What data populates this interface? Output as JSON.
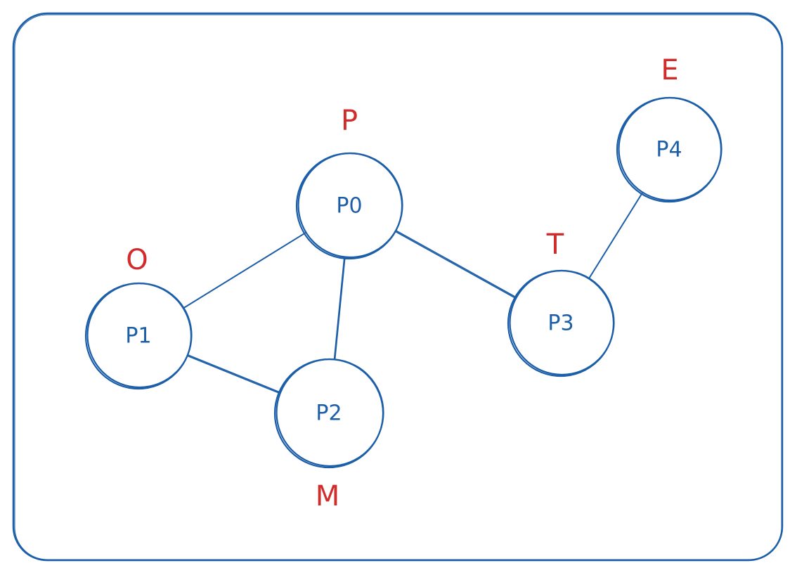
{
  "colors": {
    "stroke": "#1c5ea8",
    "node_text": "#1c5ea8",
    "tag_text": "#d12c2c"
  },
  "nodes": [
    {
      "id": "P0",
      "label": "P0",
      "tag": "P"
    },
    {
      "id": "P1",
      "label": "P1",
      "tag": "O"
    },
    {
      "id": "P2",
      "label": "P2",
      "tag": "M"
    },
    {
      "id": "P3",
      "label": "P3",
      "tag": "T"
    },
    {
      "id": "P4",
      "label": "P4",
      "tag": "E"
    }
  ],
  "edges": [
    {
      "from": "P0",
      "to": "P1"
    },
    {
      "from": "P0",
      "to": "P2"
    },
    {
      "from": "P0",
      "to": "P3"
    },
    {
      "from": "P1",
      "to": "P2"
    },
    {
      "from": "P3",
      "to": "P4"
    }
  ]
}
